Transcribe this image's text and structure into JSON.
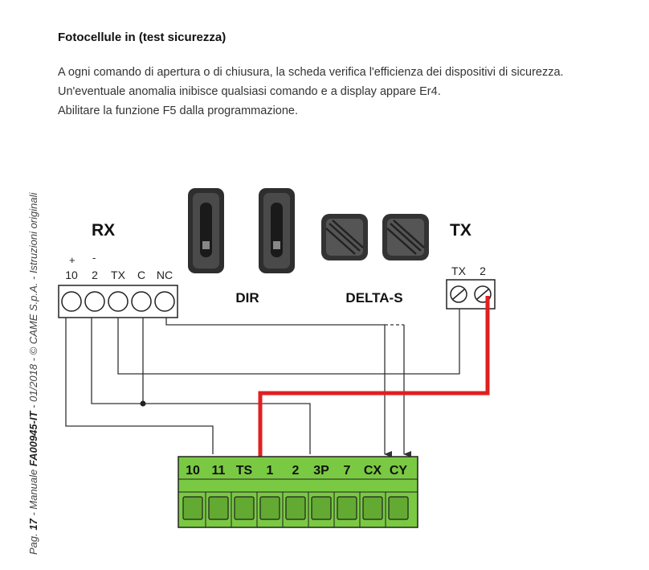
{
  "heading": "Fotocellule in (test sicurezza)",
  "paragraph_lines": [
    "A ogni comando di apertura o di chiusura, la scheda verifica l'efficienza dei dispositivi di sicurezza.",
    "Un'eventuale anomalia inibisce qualsiasi comando e a display appare Er4.",
    "Abilitare la funzione F5 dalla programmazione."
  ],
  "footer": {
    "pag_prefix": "Pag. ",
    "page_number": "17",
    "sep1": " - Manuale ",
    "manual_code": "FA00945-IT",
    "sep2": " - 01/2018 - © CAME S.p.A. - Istruzioni originali"
  },
  "diagram": {
    "rx": {
      "title": "RX",
      "polarity": [
        "+",
        "-"
      ],
      "terminals": [
        "10",
        "2",
        "TX",
        "C",
        "NC"
      ]
    },
    "tx": {
      "title": "TX",
      "terminals": [
        "TX",
        "2"
      ]
    },
    "devices": {
      "dir_label": "DIR",
      "delta_label": "DELTA-S"
    },
    "board": {
      "terminals": [
        "10",
        "11",
        "TS",
        "1",
        "2",
        "3P",
        "7",
        "CX",
        "CY"
      ],
      "color": "#7ac943"
    },
    "wire_highlight_color": "#e02020"
  }
}
